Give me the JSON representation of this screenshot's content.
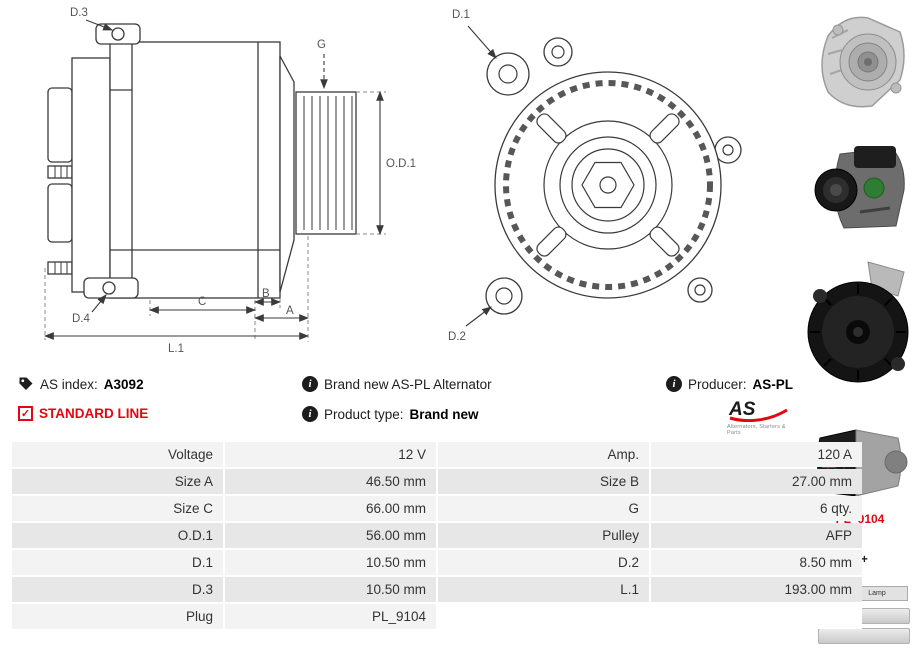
{
  "theme": {
    "accent": "#e30613",
    "line_color": "#3a3a3a",
    "row_light": "#f3f3f3",
    "row_dark": "#e7e7e7"
  },
  "icons": {
    "info": "i",
    "check": "✓"
  },
  "info": {
    "as_index": {
      "label": "AS index:",
      "value": "A3092"
    },
    "standard_line": "STANDARD LINE",
    "brand_new": "Brand new AS-PL Alternator",
    "product_type": {
      "label": "Product type:",
      "value": "Brand new"
    },
    "producer": {
      "label": "Producer:",
      "value": "AS-PL"
    },
    "logo": {
      "text": "AS",
      "tagline": "Alternators, Starters & Parts"
    }
  },
  "drawings": {
    "side_view": {
      "d3": "D.3",
      "g": "G",
      "od1": "O.D.1",
      "d4": "D.4",
      "c": "C",
      "b": "B",
      "a": "A",
      "l1": "L.1"
    },
    "front_view": {
      "d1": "D.1",
      "d2": "D.2"
    }
  },
  "side_panel": {
    "plug_code": "PL_9104",
    "terminal": "D+",
    "connector": {
      "pin": "D+",
      "pin_desc": "Lamp"
    }
  },
  "spec_table": {
    "rows": [
      {
        "l1": "Voltage",
        "v1": "12 V",
        "l2": "Amp.",
        "v2": "120 A"
      },
      {
        "l1": "Size A",
        "v1": "46.50 mm",
        "l2": "Size B",
        "v2": "27.00 mm"
      },
      {
        "l1": "Size C",
        "v1": "66.00 mm",
        "l2": "G",
        "v2": "6 qty."
      },
      {
        "l1": "O.D.1",
        "v1": "56.00 mm",
        "l2": "Pulley",
        "v2": "AFP"
      },
      {
        "l1": "D.1",
        "v1": "10.50 mm",
        "l2": "D.2",
        "v2": "8.50 mm"
      },
      {
        "l1": "D.3",
        "v1": "10.50 mm",
        "l2": "L.1",
        "v2": "193.00 mm"
      },
      {
        "l1": "Plug",
        "v1": "PL_9104",
        "l2": "",
        "v2": ""
      }
    ]
  }
}
